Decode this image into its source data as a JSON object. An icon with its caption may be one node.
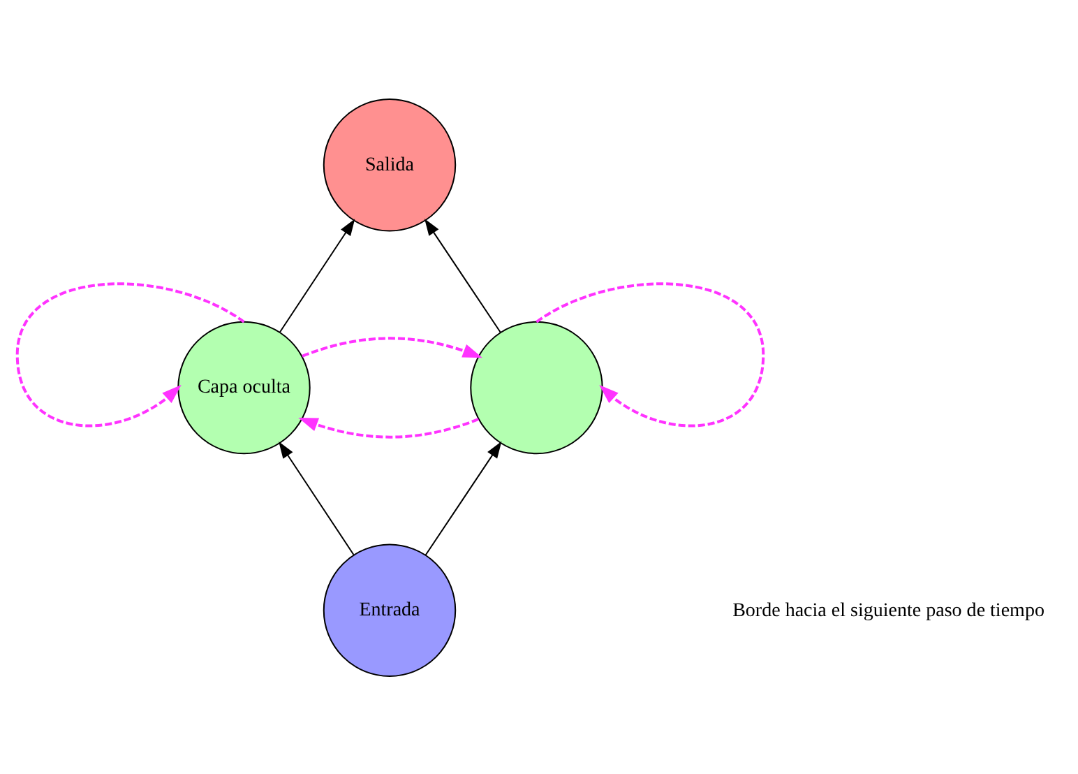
{
  "diagram": {
    "nodes": [
      {
        "text": [
          "Salida"
        ]
      },
      {
        "text": [
          "Capa oculta"
        ]
      },
      {
        "text": [],
        "shape": "circle"
      },
      {
        "text": [
          "Entrada"
        ]
      }
    ],
    "edges": [
      {
        "from": 3,
        "to": 1,
        "arrow": "to"
      },
      {
        "from": 3,
        "to": 2,
        "arrow": "to"
      },
      {
        "from": 1,
        "to": 0,
        "arrow": "to"
      },
      {
        "from": 2,
        "to": 0,
        "arrow": "to"
      },
      {
        "from": 1,
        "to": 2,
        "arrow": "to",
        "style": "dashed",
        "color": "#ff33ff"
      },
      {
        "from": 2,
        "to": 1,
        "arrow": "to",
        "style": "dashed",
        "color": "#ff33ff"
      },
      {
        "from": 1,
        "to": 1,
        "arrow": "to",
        "style": "dashed",
        "color": "#ff33ff"
      },
      {
        "from": 2,
        "to": 2,
        "arrow": "to",
        "style": "dashed",
        "color": "#ff33ff"
      }
    ],
    "legend": [
      {
        "text": "Borde hacia el siguiente paso de tiempo"
      }
    ]
  }
}
